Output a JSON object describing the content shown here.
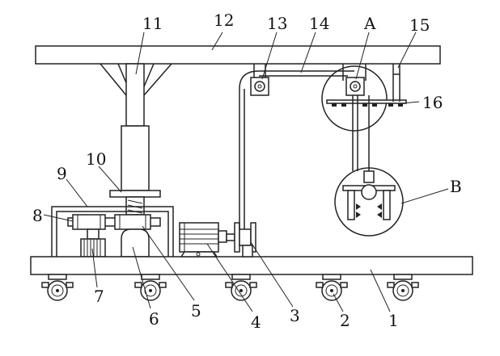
{
  "diagram": {
    "labels": {
      "l1": "1",
      "l2": "2",
      "l3": "3",
      "l4": "4",
      "l5": "5",
      "l6": "6",
      "l7": "7",
      "l8": "8",
      "l9": "9",
      "l10": "10",
      "l11": "11",
      "l12": "12",
      "l13": "13",
      "l14": "14",
      "l15": "15",
      "l16": "16",
      "lA": "A",
      "lB": "B"
    },
    "line_color": "#222222",
    "background": "#ffffff"
  }
}
